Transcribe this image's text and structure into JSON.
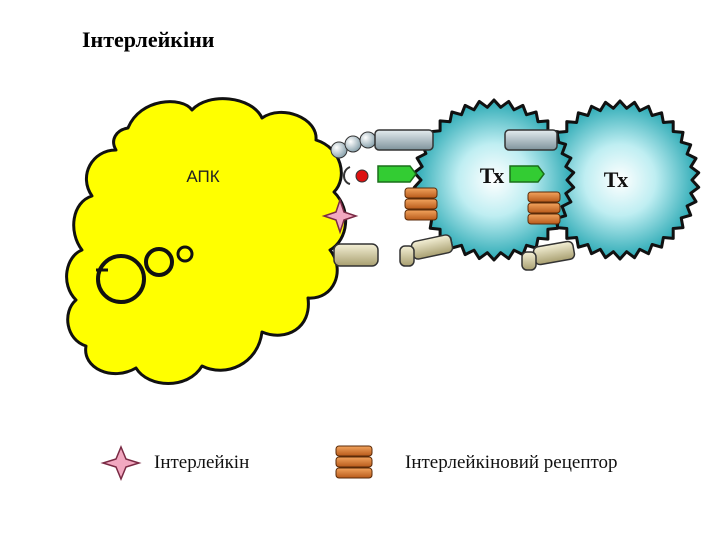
{
  "title": "Інтерлейкіни",
  "apc": {
    "label": "АПК"
  },
  "t_cells": [
    {
      "label": "Тх"
    },
    {
      "label": "Тх"
    }
  ],
  "legend": {
    "interleukin_label": "Інтерлейкін",
    "receptor_label": "Інтерлейкіновий рецептор"
  },
  "colors": {
    "apc_fill": "#ffff00",
    "cell_center": "#ffffff",
    "cell_edge": "#33b3bd",
    "receptor_orange": "#e07a2e",
    "star_fill": "#f2a8c0",
    "green_marker": "#33cc33",
    "red_dot": "#dd1111",
    "grey_molecule": "#9fb0b8",
    "beige_molecule": "#d8d2a8"
  }
}
